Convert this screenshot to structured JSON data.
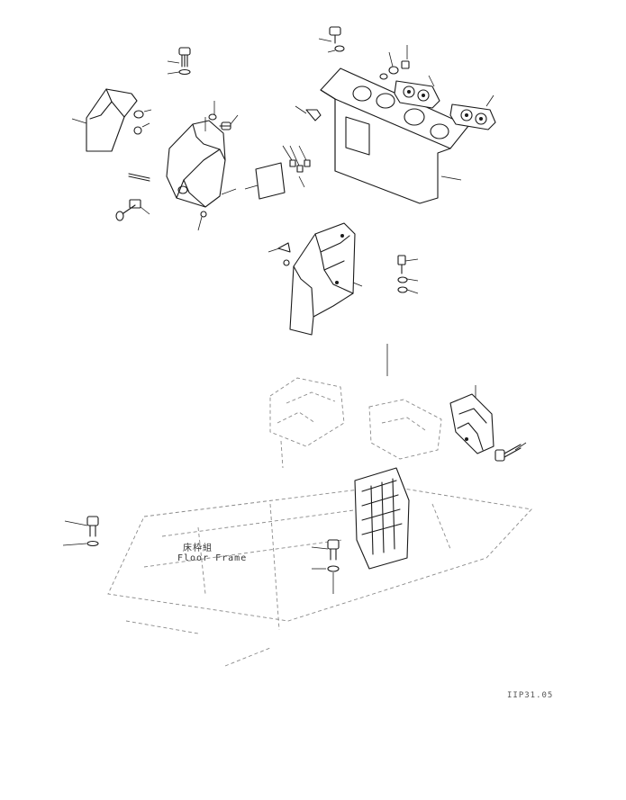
{
  "labels": {
    "floor_frame_jp": "床枠組",
    "floor_frame_en": "Floor Frame",
    "drawing_code": "IIP31.05"
  },
  "colors": {
    "line": "#1a1a1a",
    "ghost": "#8a8a8a",
    "background": "#ffffff"
  }
}
